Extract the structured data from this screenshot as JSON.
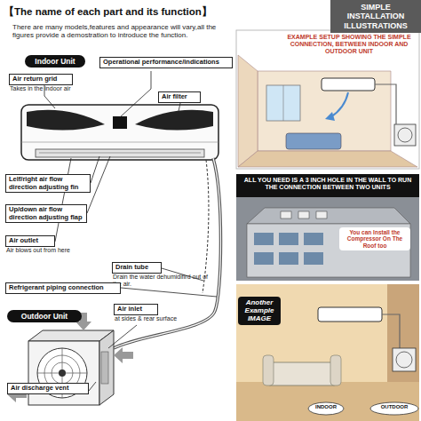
{
  "diagram": {
    "title": "【The name of each part and its function】",
    "nodes": [
      {
        "text": [
          "SIMPLE INSTALLATION ILLUSTRATIONS"
        ]
      },
      {
        "text": [
          "Indoor Unit"
        ]
      },
      {
        "text": [
          "Operational performance/indications"
        ]
      },
      {
        "text": [
          "Air return grid",
          "Takes in the indoor air"
        ]
      },
      {
        "text": [
          "Air filter"
        ]
      },
      {
        "text": [
          "Lelf/right air flow direction adjusting fin"
        ]
      },
      {
        "text": [
          "Up/down air flow direction adjusting flap"
        ]
      },
      {
        "text": [
          "Air outlet",
          "Air blows out from here"
        ]
      },
      {
        "text": [
          "Drain tube",
          "Drain the water dehumidifird out of the air."
        ]
      },
      {
        "text": [
          "Refrigerant piping connection"
        ]
      },
      {
        "text": [
          "Outdoor Unit"
        ]
      },
      {
        "text": [
          "Air inlet",
          "at sides & rear surface"
        ]
      },
      {
        "text": [
          "Air discharge vent"
        ]
      }
    ],
    "labels": [
      "There are many models,features and appearance will vary,all the figures provide a demostration to introduce the function.",
      "EXAMPLE SETUP SHOWING THE SIMPLE CONNECTION, BETWEEN INDOOR AND OUTDOOR UNIT",
      "ALL YOU NEED IS A 3 INCH HOLE IN THE WALL TO RUN THE CONNECTION BETWEEN TWO UNITS",
      "You can Install the Compressor On The Roof too",
      "Another Example IMAGE",
      "INDOOR",
      "OUTDOOR"
    ]
  }
}
